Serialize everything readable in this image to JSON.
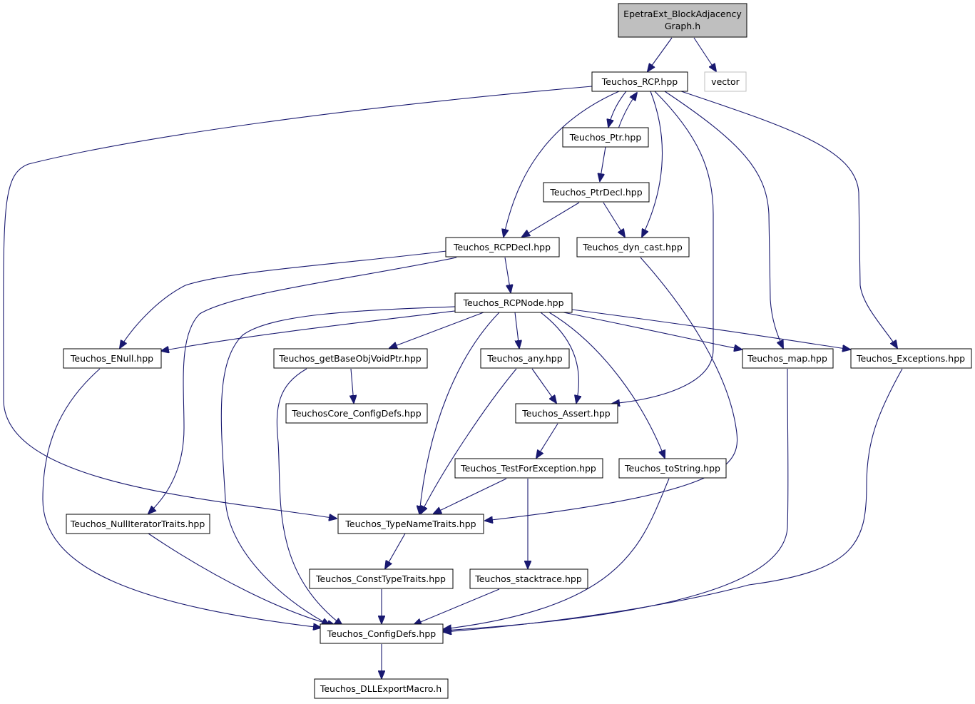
{
  "diagram": {
    "root": {
      "lines": [
        "EpetraExt_BlockAdjacency",
        "Graph.h"
      ]
    },
    "nodes": {
      "vector": "vector",
      "rcp": "Teuchos_RCP.hpp",
      "ptr": "Teuchos_Ptr.hpp",
      "ptrdecl": "Teuchos_PtrDecl.hpp",
      "rcpdecl": "Teuchos_RCPDecl.hpp",
      "dyncast": "Teuchos_dyn_cast.hpp",
      "rcpnode": "Teuchos_RCPNode.hpp",
      "enull": "Teuchos_ENull.hpp",
      "getbase": "Teuchos_getBaseObjVoidPtr.hpp",
      "any": "Teuchos_any.hpp",
      "map": "Teuchos_map.hpp",
      "exceptions": "Teuchos_Exceptions.hpp",
      "coreconfig": "TeuchosCore_ConfigDefs.hpp",
      "assert": "Teuchos_Assert.hpp",
      "testfor": "Teuchos_TestForException.hpp",
      "tostring": "Teuchos_toString.hpp",
      "nulliter": "Teuchos_NullIteratorTraits.hpp",
      "typename": "Teuchos_TypeNameTraits.hpp",
      "consttype": "Teuchos_ConstTypeTraits.hpp",
      "stacktrace": "Teuchos_stacktrace.hpp",
      "configdefs": "Teuchos_ConfigDefs.hpp",
      "dllexport": "Teuchos_DLLExportMacro.h"
    }
  }
}
